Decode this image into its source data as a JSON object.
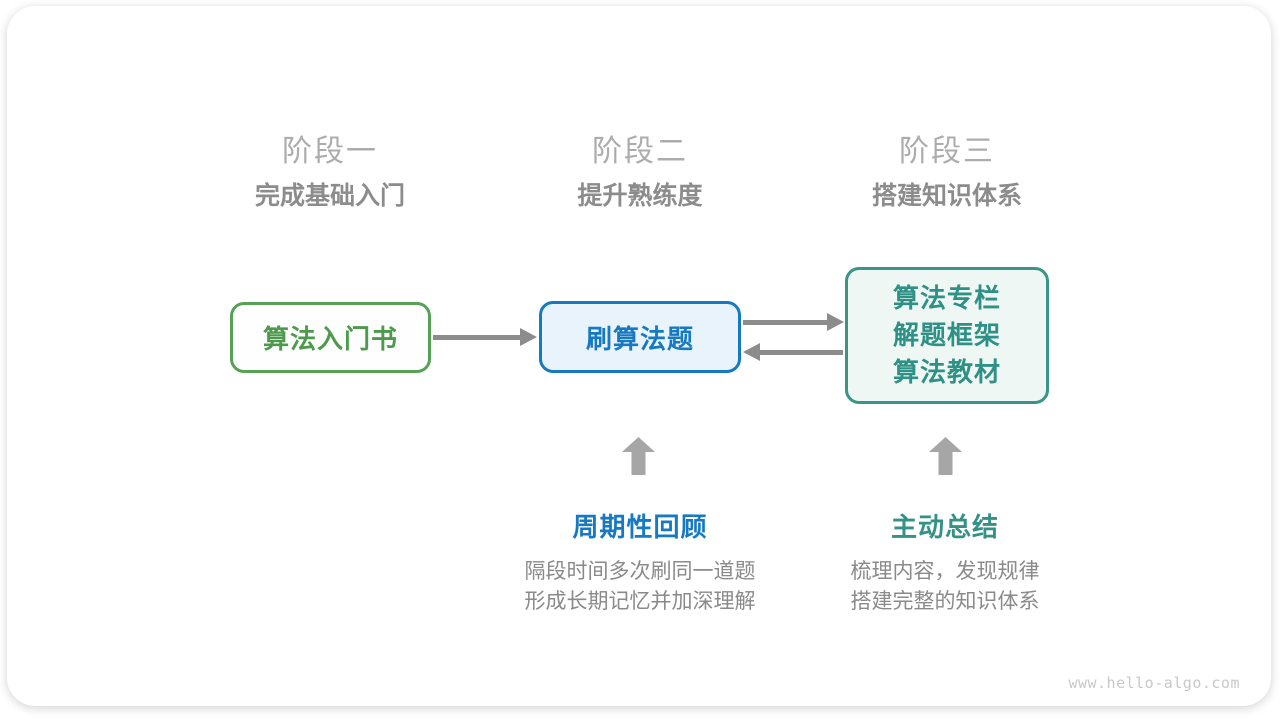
{
  "stages": [
    {
      "title": "阶段一",
      "subtitle": "完成基础入门"
    },
    {
      "title": "阶段二",
      "subtitle": "提升熟练度"
    },
    {
      "title": "阶段三",
      "subtitle": "搭建知识体系"
    }
  ],
  "nodes": {
    "intro_book": {
      "label": "算法入门书"
    },
    "practice": {
      "label": "刷算法题"
    },
    "knowledge": {
      "lines": [
        "算法专栏",
        "解题框架",
        "算法教材"
      ]
    }
  },
  "annotations": [
    {
      "title": "周期性回顾",
      "desc_line1": "隔段时间多次刷同一道题",
      "desc_line2": "形成长期记忆并加深理解"
    },
    {
      "title": "主动总结",
      "desc_line1": "梳理内容，发现规律",
      "desc_line2": "搭建完整的知识体系"
    }
  ],
  "watermark": "www.hello-algo.com",
  "colors": {
    "green_border": "#56A156",
    "green_text": "#4D9A4D",
    "blue": "#1779C1",
    "blue_fill": "#E9F3FB",
    "teal_border": "#3A9488",
    "teal_text": "#2F9185",
    "teal_fill": "#EFF7F4",
    "arrow_gray": "#8C8C8C",
    "up_arrow_gray": "#A6A6A6",
    "stage_title_gray": "#ACACAC",
    "subtitle_gray": "#8C8C8C",
    "desc_gray": "#8A8A8A",
    "watermark_gray": "#C8C8C8"
  }
}
